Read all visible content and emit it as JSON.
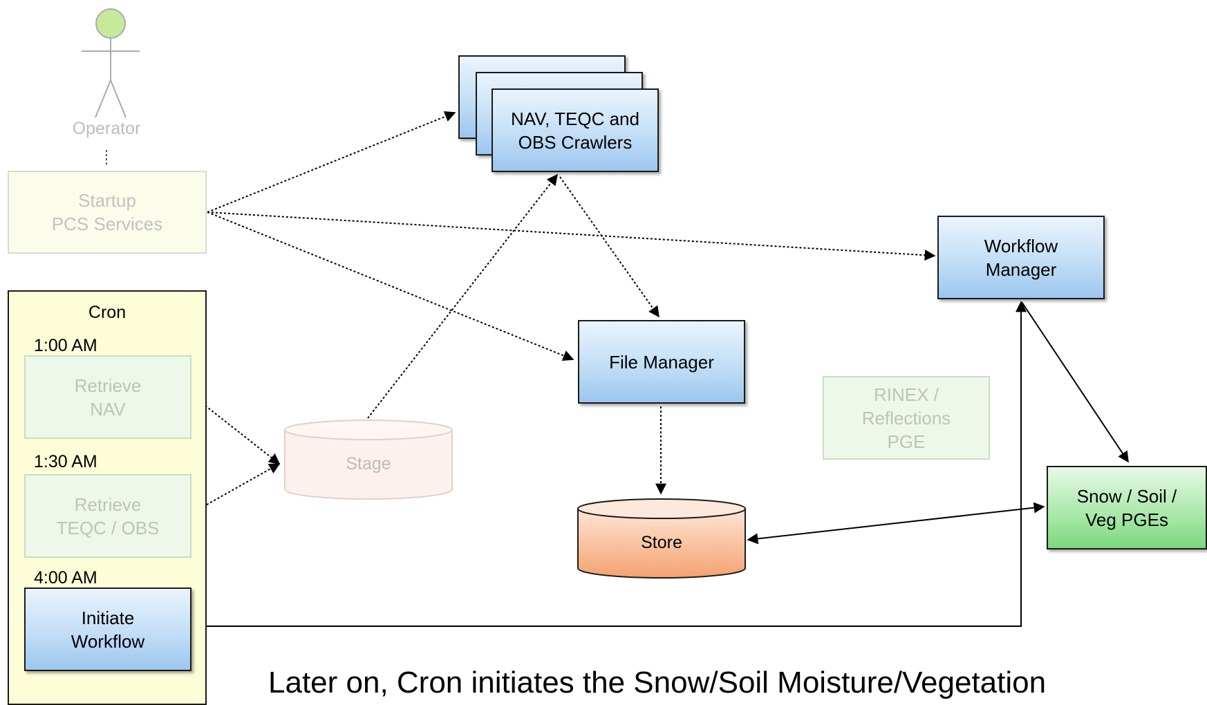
{
  "operator": {
    "label": "Operator"
  },
  "startup": {
    "label": "Startup\nPCS Services"
  },
  "crawlers": {
    "label": "NAV, TEQC and\nOBS Crawlers"
  },
  "workflow_manager": {
    "label": "Workflow\nManager"
  },
  "file_manager": {
    "label": "File Manager"
  },
  "rinex": {
    "label": "RINEX /\nReflections\nPGE"
  },
  "stage": {
    "label": "Stage"
  },
  "store": {
    "label": "Store"
  },
  "pges": {
    "label": "Snow / Soil /\nVeg PGEs"
  },
  "cron": {
    "title": "Cron",
    "jobs": [
      {
        "time": "1:00 AM",
        "label": "Retrieve\nNAV"
      },
      {
        "time": "1:30 AM",
        "label": "Retrieve\nTEQC / OBS"
      },
      {
        "time": "4:00 AM",
        "label": "Initiate\nWorkflow"
      }
    ]
  },
  "caption": "Later on, Cron initiates the Snow/Soil Moisture/Vegetation",
  "colors": {
    "blue_box": "#c3def7",
    "green_box": "#a8e8a8",
    "store_fill": "#f7b88f",
    "cron_fill": "#fdfdd8",
    "operator_head": "#c8e89a"
  }
}
